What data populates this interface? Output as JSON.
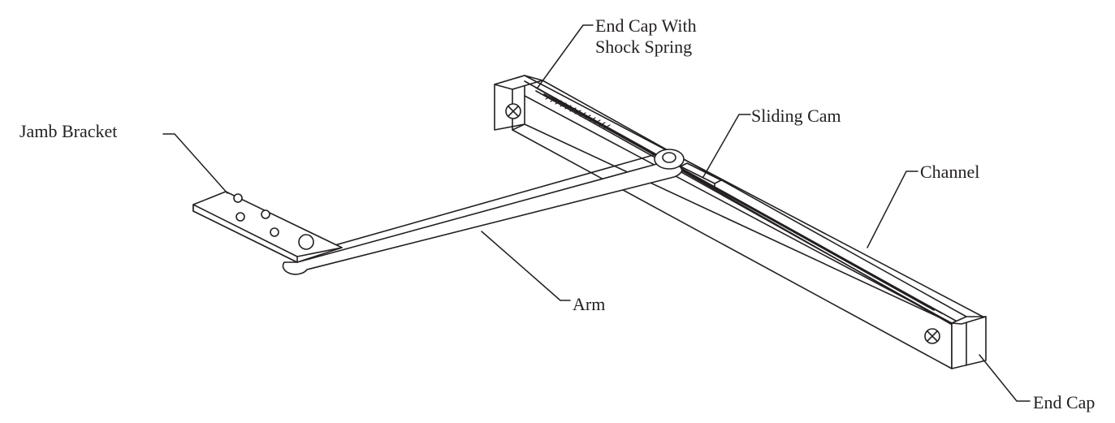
{
  "labels": {
    "end_cap_with_shock_spring_line1": "End Cap With",
    "end_cap_with_shock_spring_line2": "Shock Spring",
    "jamb_bracket": "Jamb Bracket",
    "sliding_cam": "Sliding Cam",
    "channel": "Channel",
    "arm": "Arm",
    "end_cap": "End Cap"
  },
  "colors": {
    "ink": "#231f20",
    "paper": "#ffffff"
  }
}
